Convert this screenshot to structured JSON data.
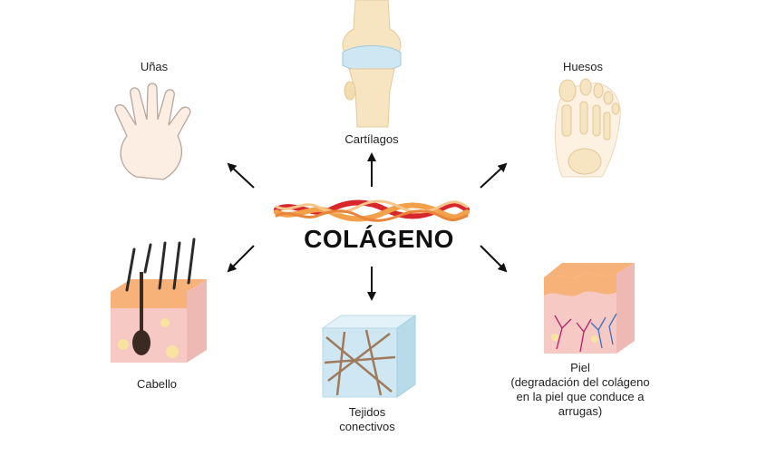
{
  "diagram": {
    "title": "COLÁGENO",
    "labels": {
      "nails": "Uñas",
      "cartilage": "Cartílagos",
      "bones": "Huesos",
      "hair": "Cabello",
      "connective_line1": "Tejidos",
      "connective_line2": "conectivos",
      "skin_line1": "Piel",
      "skin_line2": "(degradación del colágeno",
      "skin_line3": "en la piel que conduce a",
      "skin_line4": "arrugas)"
    }
  },
  "colors": {
    "fiber_red": "#d8262b",
    "fiber_orange": "#f2a04a",
    "skin_pink": "#f6c9c4",
    "skin_top": "#f7b27a",
    "tissue_blue": "#cfe7f2",
    "bone_cream": "#f7e5c1"
  }
}
